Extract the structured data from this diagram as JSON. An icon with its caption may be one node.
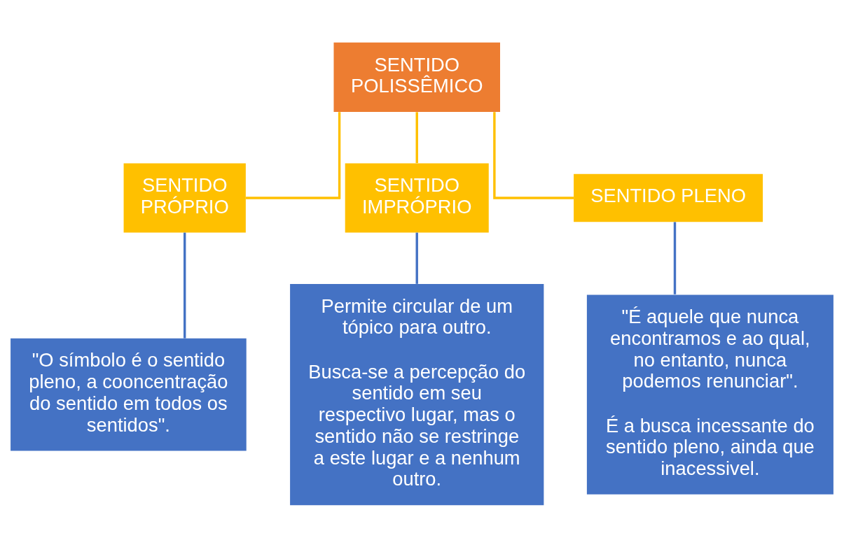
{
  "diagram": {
    "nodes": [
      {
        "text": [
          "SENTIDO POLISSÊMICO"
        ]
      },
      {
        "text": [
          "SENTIDO PRÓPRIO"
        ]
      },
      {
        "text": [
          "SENTIDO IMPRÓPRIO"
        ]
      },
      {
        "text": [
          "SENTIDO PLENO"
        ]
      },
      {
        "text": [
          "\"O símbolo é o sentido pleno, a cooncentração do sentido em todos os sentidos\"."
        ]
      },
      {
        "text": [
          "Permite circular de um tópico para outro.",
          "Busca-se a percepção do sentido em seu respectivo lugar, mas o sentido não se restringe a este lugar e a nenhum outro."
        ]
      },
      {
        "text": [
          "\"É aquele que nunca encontramos e ao qual, no entanto, nunca podemos renunciar\".",
          "É a busca incessante do sentido pleno, ainda que inacessivel."
        ]
      }
    ],
    "edges": [
      {
        "from": 0,
        "to": 1,
        "arrow": "none",
        "color": "#ffc000"
      },
      {
        "from": 0,
        "to": 2,
        "arrow": "none",
        "color": "#ffc000"
      },
      {
        "from": 0,
        "to": 3,
        "arrow": "none",
        "color": "#ffc000"
      },
      {
        "from": 1,
        "to": 4,
        "arrow": "none",
        "color": "#4472c4"
      },
      {
        "from": 2,
        "to": 5,
        "arrow": "none",
        "color": "#4472c4"
      },
      {
        "from": 3,
        "to": 6,
        "arrow": "none",
        "color": "#4472c4"
      }
    ]
  }
}
